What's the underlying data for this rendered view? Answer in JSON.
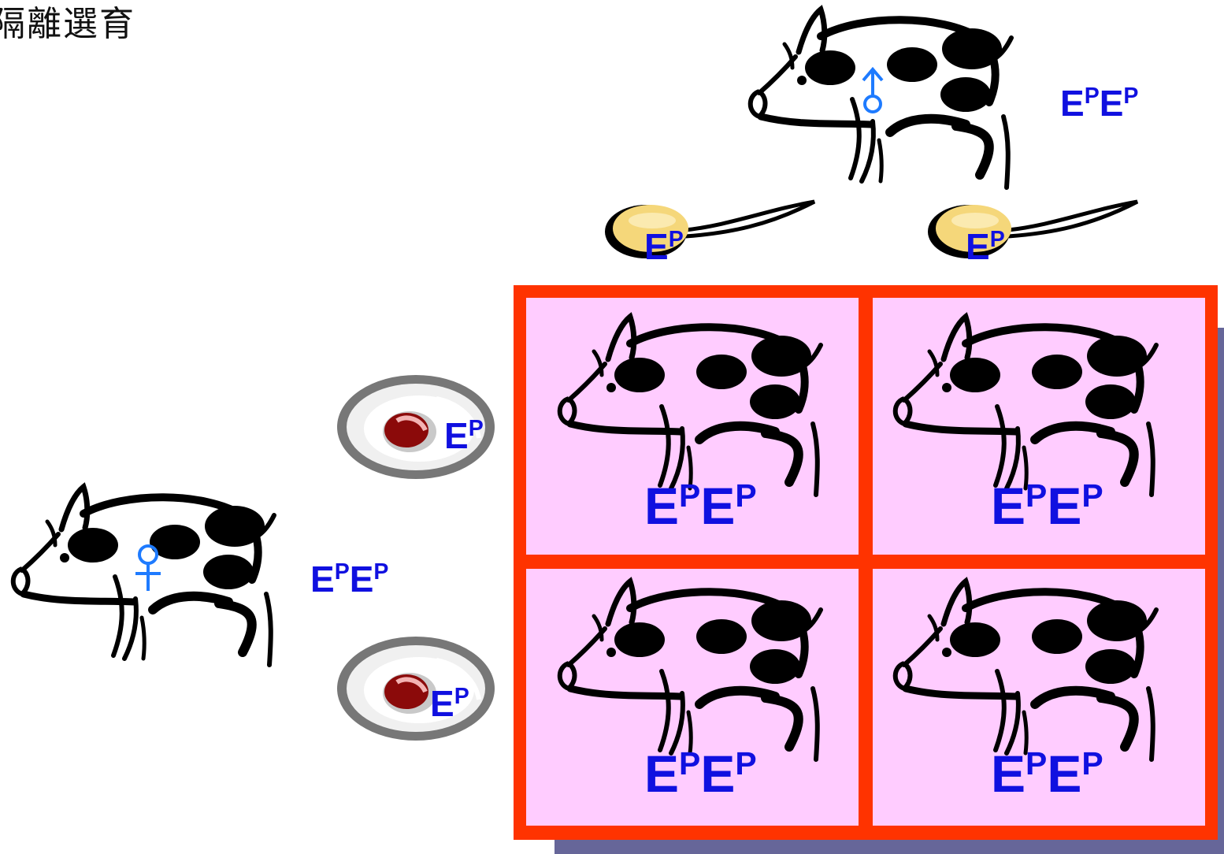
{
  "title": "隔離選育",
  "colors": {
    "genotype": "#1010e0",
    "grid_border": "#ff3300",
    "cell_fill": "#ffccff",
    "shadow": "#666699",
    "sex_symbol": "#1e7bff",
    "sperm_head": "#f5d77a",
    "egg_nucleus": "#8b0a0a"
  },
  "male": {
    "symbol": "male-symbol",
    "genotype": {
      "base": "E",
      "sup": "P"
    }
  },
  "female": {
    "symbol": "female-symbol",
    "genotype": {
      "base": "E",
      "sup": "P"
    }
  },
  "sperm": [
    {
      "allele": {
        "base": "E",
        "sup": "P"
      }
    },
    {
      "allele": {
        "base": "E",
        "sup": "P"
      }
    }
  ],
  "eggs": [
    {
      "allele": {
        "base": "E",
        "sup": "P"
      }
    },
    {
      "allele": {
        "base": "E",
        "sup": "P"
      }
    }
  ],
  "offspring": [
    {
      "genotype": {
        "base": "E",
        "sup": "P"
      }
    },
    {
      "genotype": {
        "base": "E",
        "sup": "P"
      }
    },
    {
      "genotype": {
        "base": "E",
        "sup": "P"
      }
    },
    {
      "genotype": {
        "base": "E",
        "sup": "P"
      }
    }
  ]
}
